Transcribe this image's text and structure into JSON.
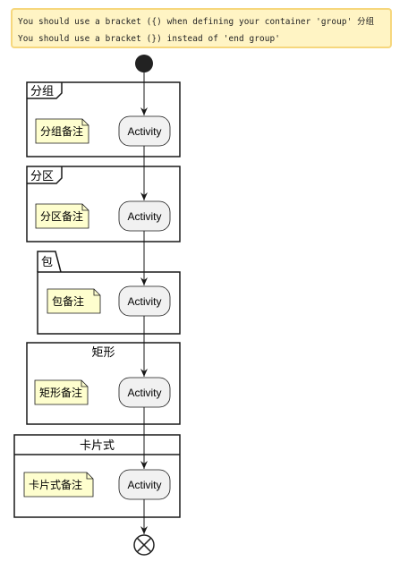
{
  "warning": {
    "line1": "You should use a bracket ({) when defining your container 'group' 分组",
    "line2": "You should use a bracket (}) instead of 'end group'"
  },
  "groups": [
    {
      "kind": "group",
      "title": "分组",
      "activity": "Activity",
      "note": "分组备注"
    },
    {
      "kind": "partition",
      "title": "分区",
      "activity": "Activity",
      "note": "分区备注"
    },
    {
      "kind": "package",
      "title": "包",
      "activity": "Activity",
      "note": "包备注"
    },
    {
      "kind": "rectangle",
      "title": "矩形",
      "activity": "Activity",
      "note": "矩形备注"
    },
    {
      "kind": "card",
      "title": "卡片式",
      "activity": "Activity",
      "note": "卡片式备注"
    }
  ],
  "colors": {
    "warning_fill": "#fff4c4",
    "warning_border": "#f6d77d",
    "activity_fill": "#f1f1f1",
    "note_fill": "#fefece",
    "stroke": "#181818"
  }
}
